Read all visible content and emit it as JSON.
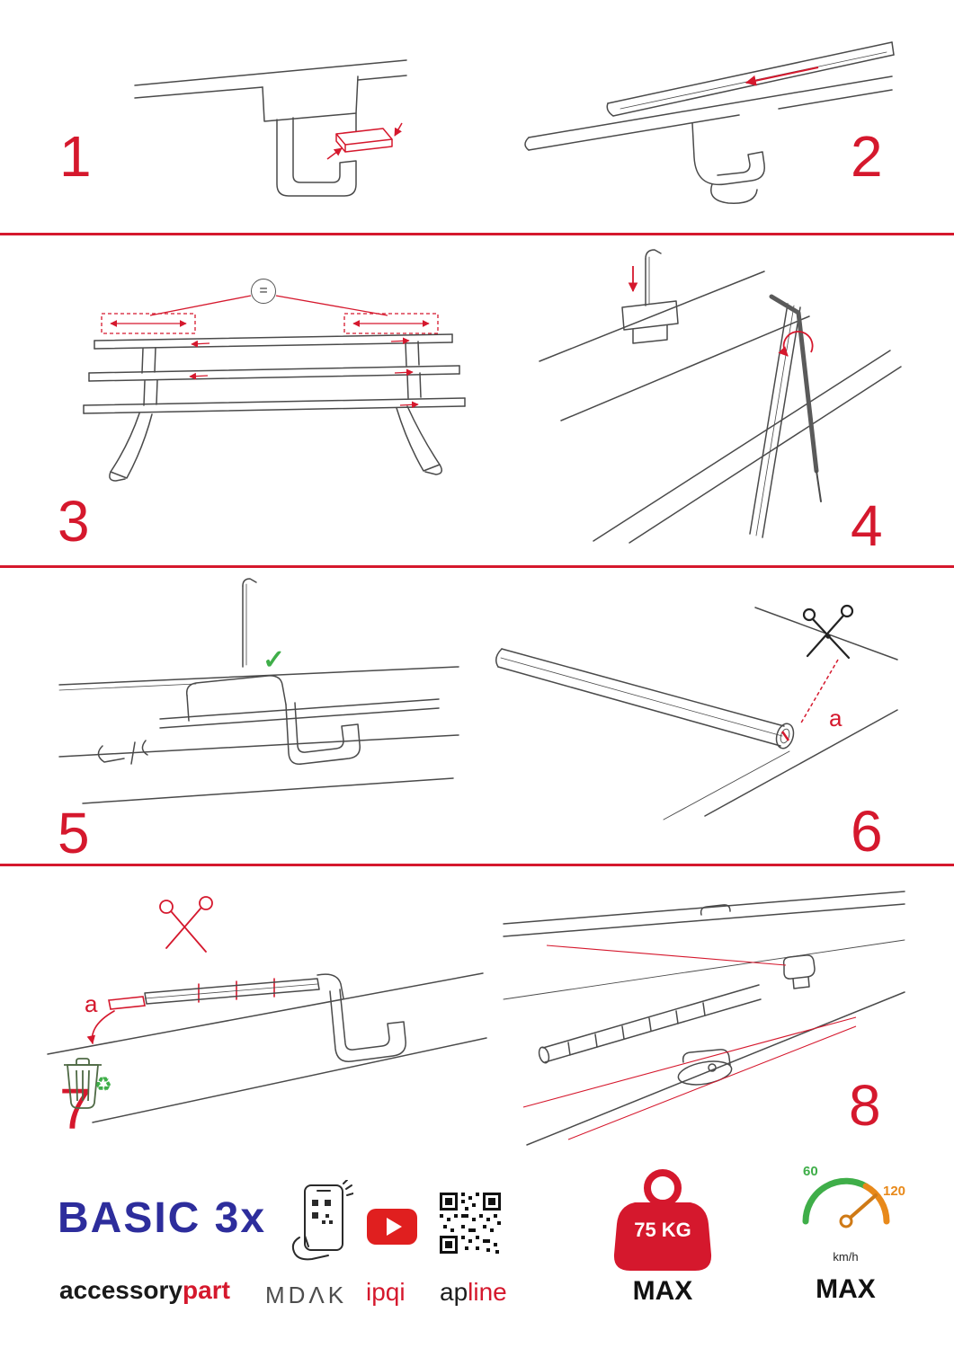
{
  "page": {
    "colors": {
      "accent_red": "#d5182d",
      "sketch_gray": "#4a4a4a",
      "brand_blue": "#2d2d9c",
      "eco_green": "#3fae49",
      "gauge_orange": "#e8891a",
      "youtube_red": "#e01f1f"
    }
  },
  "steps": {
    "s1": {
      "number": "1"
    },
    "s2": {
      "number": "2"
    },
    "s3": {
      "number": "3",
      "equal_label": "="
    },
    "s4": {
      "number": "4"
    },
    "s5": {
      "number": "5",
      "check_label": "✓"
    },
    "s6": {
      "number": "6",
      "cut_label": "a"
    },
    "s7": {
      "number": "7",
      "cut_label": "a"
    },
    "s8": {
      "number": "8"
    }
  },
  "footer": {
    "brand_title": "BASIC 3x",
    "brand_sub_black": "accessory",
    "brand_sub_red": "part",
    "partner1": "MDΛK",
    "partner2": "ipqi",
    "partner3_black": "ap",
    "partner3_red": "line",
    "recycle_symbol": "♻",
    "weight": {
      "value": "75 KG",
      "max": "MAX"
    },
    "speed": {
      "low": "60",
      "high": "120",
      "unit": "km/h",
      "max": "MAX"
    }
  }
}
